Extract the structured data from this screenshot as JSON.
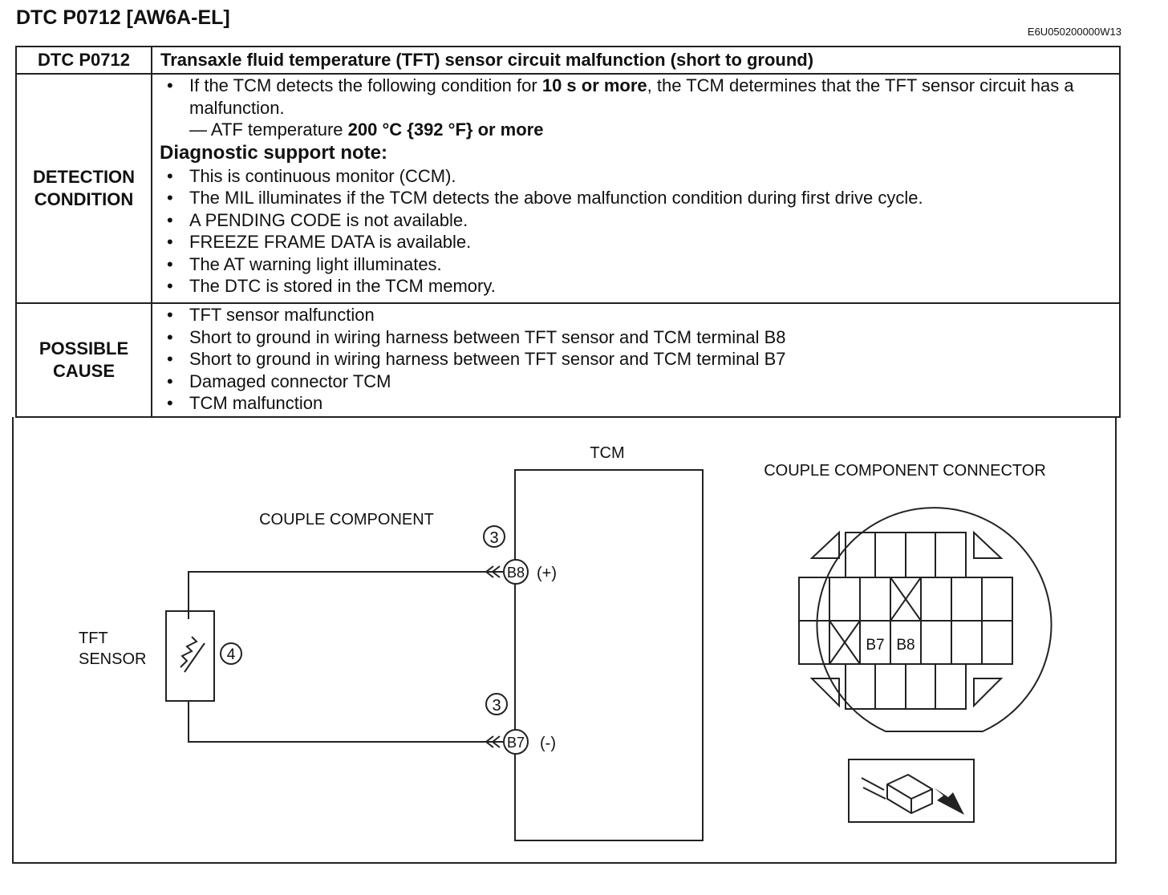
{
  "header": {
    "title": "DTC P0712 [AW6A-EL]",
    "doc_code": "E6U050200000W13"
  },
  "table": {
    "code": "DTC P0712",
    "description": "Transaxle fluid temperature (TFT) sensor circuit malfunction (short to ground)",
    "detection": {
      "label": "DETECTION CONDITION",
      "intro_pre": "If the TCM detects the following condition for ",
      "intro_bold": "10 s or more",
      "intro_post": ", the TCM determines that the TFT sensor circuit has a malfunction.",
      "sub_pre": "— ATF temperature ",
      "sub_bold": "200 °C {392 °F} or more",
      "note_heading": "Diagnostic support note:",
      "notes": [
        "This is continuous monitor (CCM).",
        "The MIL illuminates if the TCM detects the above malfunction condition during first drive cycle.",
        "A PENDING CODE is not available.",
        "FREEZE FRAME DATA is available.",
        "The AT warning light illuminates.",
        "The DTC is stored in the TCM memory."
      ]
    },
    "cause": {
      "label": "POSSIBLE CAUSE",
      "items": [
        "TFT sensor malfunction",
        "Short to ground in wiring harness between TFT sensor and TCM terminal B8",
        "Short to ground in wiring harness between TFT sensor and TCM terminal B7",
        "Damaged connector TCM",
        "TCM malfunction"
      ]
    }
  },
  "diagram": {
    "tcm_label": "TCM",
    "couple_component_label": "COUPLE COMPONENT",
    "connector_label": "COUPLE COMPONENT CONNECTOR",
    "sensor_label_line1": "TFT",
    "sensor_label_line2": "SENSOR",
    "sensor_callout": "4",
    "terminal_callout": "3",
    "terminal_b8": "B8",
    "terminal_b8_polarity": "(+)",
    "terminal_b7": "B7",
    "terminal_b7_polarity": "(-)",
    "connector_pin_b7": "B7",
    "connector_pin_b8": "B8"
  }
}
